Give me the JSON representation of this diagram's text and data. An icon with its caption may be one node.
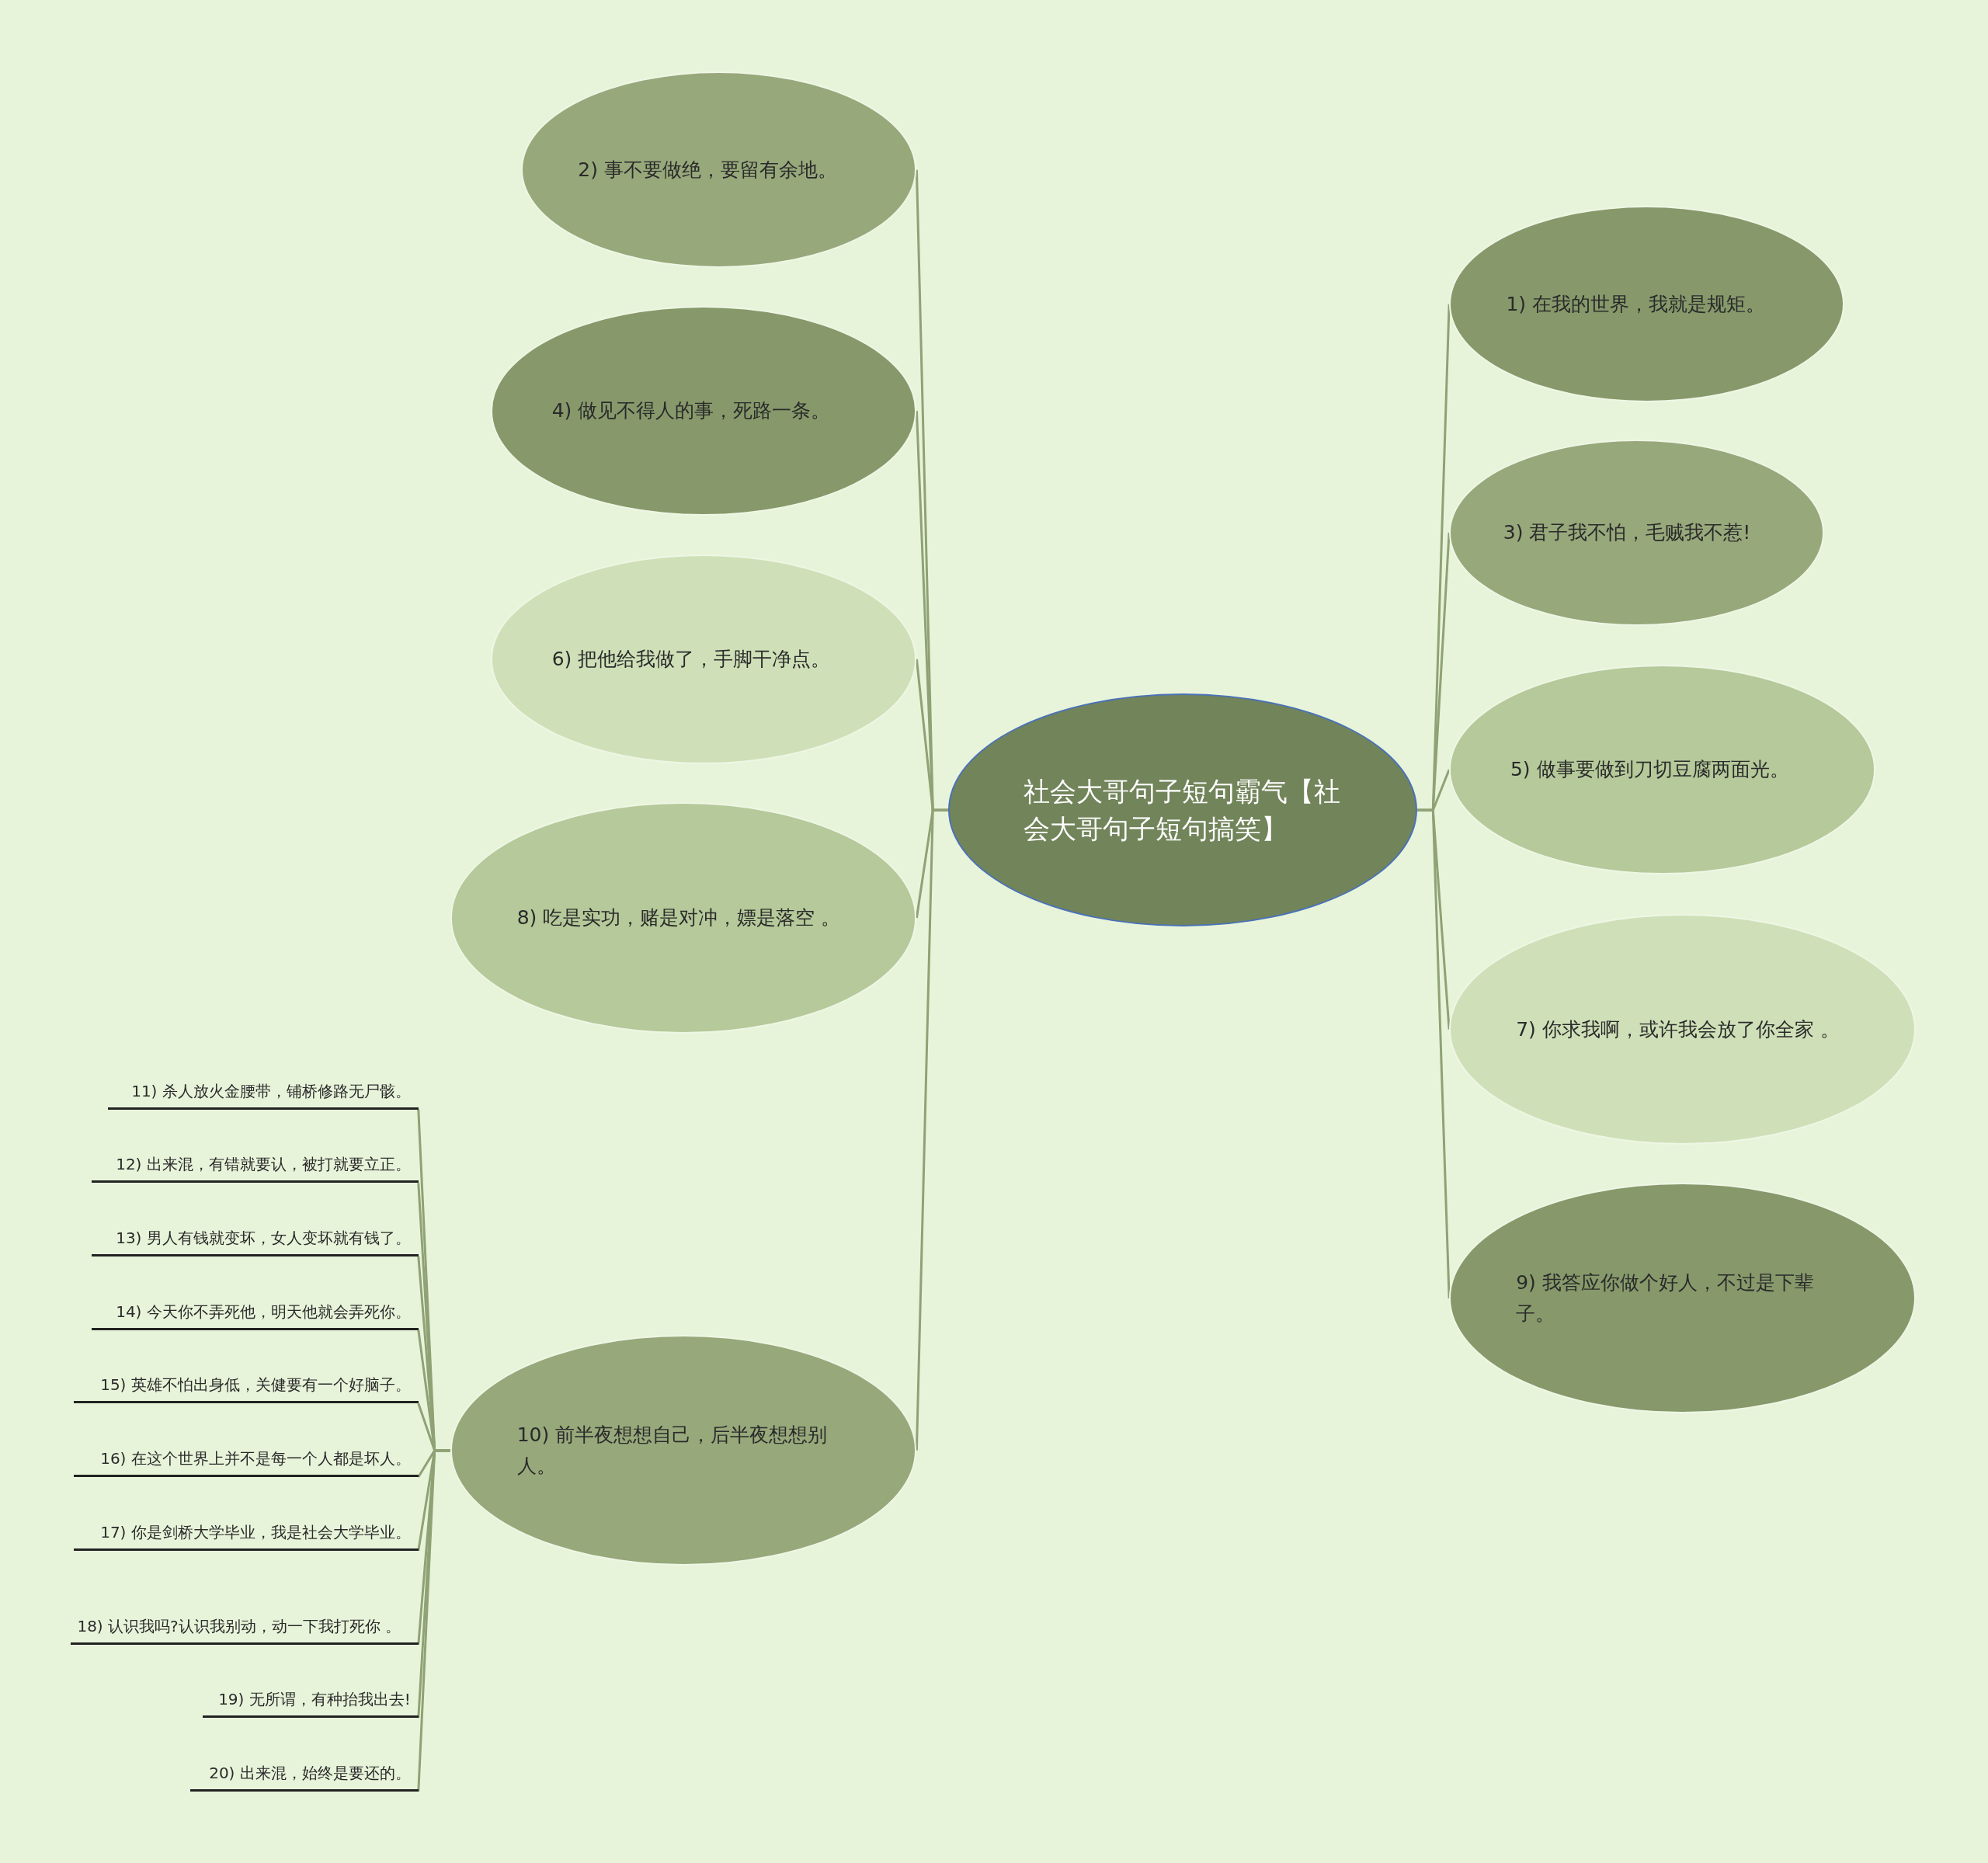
{
  "diagram": {
    "nodes": [
      {
        "text": [
          "社会大哥句子短句霸气【社会大哥句子短句搞笑】"
        ]
      },
      {
        "text": [
          "1) 在我的世界，我就是规矩。"
        ]
      },
      {
        "text": [
          "2) 事不要做绝，要留有余地。"
        ]
      },
      {
        "text": [
          "3) 君子我不怕，毛贼我不惹!"
        ]
      },
      {
        "text": [
          "4) 做见不得人的事，死路一条。"
        ]
      },
      {
        "text": [
          "5) 做事要做到刀切豆腐两面光。"
        ]
      },
      {
        "text": [
          "6) 把他给我做了，手脚干净点。"
        ]
      },
      {
        "text": [
          "7) 你求我啊，或许我会放了你全家 。"
        ]
      },
      {
        "text": [
          "8) 吃是实功，赌是对冲，嫖是落空 。"
        ]
      },
      {
        "text": [
          "9) 我答应你做个好人，不过是下辈子。"
        ]
      },
      {
        "text": [
          "10) 前半夜想想自己，后半夜想想别人。"
        ]
      },
      {
        "text": [
          "11) 杀人放火金腰带，铺桥修路无尸骸。"
        ]
      },
      {
        "text": [
          "12) 出来混，有错就要认，被打就要立正。"
        ]
      },
      {
        "text": [
          "13) 男人有钱就变坏，女人变坏就有钱了。"
        ]
      },
      {
        "text": [
          "14) 今天你不弄死他，明天他就会弄死你。"
        ]
      },
      {
        "text": [
          "15) 英雄不怕出身低，关健要有一个好脑子。"
        ]
      },
      {
        "text": [
          "16) 在这个世界上并不是每一个人都是坏人。"
        ]
      },
      {
        "text": [
          "17) 你是剑桥大学毕业，我是社会大学毕业。"
        ]
      },
      {
        "text": [
          "18) 认识我吗?认识我别动，动一下我打死你 。"
        ]
      },
      {
        "text": [
          "19) 无所谓，有种抬我出去!"
        ]
      },
      {
        "text": [
          "20) 出来混，始终是要还的。"
        ]
      }
    ],
    "edges": [
      {
        "from": 0,
        "to": 1,
        "arrow": "none"
      },
      {
        "from": 0,
        "to": 2,
        "arrow": "none"
      },
      {
        "from": 0,
        "to": 3,
        "arrow": "none"
      },
      {
        "from": 0,
        "to": 4,
        "arrow": "none"
      },
      {
        "from": 0,
        "to": 5,
        "arrow": "none"
      },
      {
        "from": 0,
        "to": 6,
        "arrow": "none"
      },
      {
        "from": 0,
        "to": 7,
        "arrow": "none"
      },
      {
        "from": 0,
        "to": 8,
        "arrow": "none"
      },
      {
        "from": 0,
        "to": 9,
        "arrow": "none"
      },
      {
        "from": 0,
        "to": 10,
        "arrow": "none"
      },
      {
        "from": 10,
        "to": 11,
        "arrow": "none"
      },
      {
        "from": 10,
        "to": 12,
        "arrow": "none"
      },
      {
        "from": 10,
        "to": 13,
        "arrow": "none"
      },
      {
        "from": 10,
        "to": 14,
        "arrow": "none"
      },
      {
        "from": 10,
        "to": 15,
        "arrow": "none"
      },
      {
        "from": 10,
        "to": 16,
        "arrow": "none"
      },
      {
        "from": 10,
        "to": 17,
        "arrow": "none"
      },
      {
        "from": 10,
        "to": 18,
        "arrow": "none"
      },
      {
        "from": 10,
        "to": 19,
        "arrow": "none"
      },
      {
        "from": 10,
        "to": 20,
        "arrow": "none"
      }
    ]
  }
}
